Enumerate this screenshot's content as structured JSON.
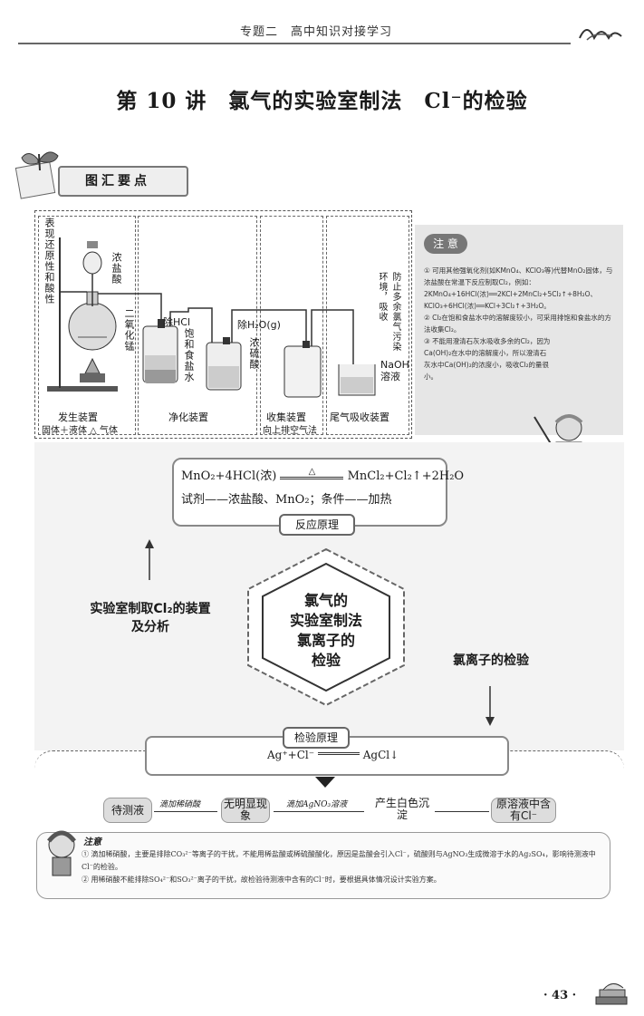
{
  "header": {
    "text": "专题二　高中知识对接学习"
  },
  "title": "第 10 讲　氯气的实验室制法　Cl⁻的检验",
  "section_tab": "图汇要点",
  "apparatus": {
    "left_vertical": "表现还原性和酸性",
    "conc_hcl": "浓盐酸",
    "mno2": "二氧化锰",
    "remove_hcl": "除HCl",
    "sat_nacl": "饱和食盐水",
    "remove_h2o": "除H₂O(g)",
    "conc_h2so4": "浓硫酸",
    "prevent_pollution": "防止多余氯气污染环境，吸收",
    "naoh": "NaOH溶液",
    "labels": {
      "gen": "发生装置",
      "gen_sub": "固体＋液体 △ 气体",
      "purify": "净化装置",
      "collect": "收集装置",
      "collect_sub": "向上排空气法",
      "tail": "尾气吸收装置"
    }
  },
  "notes": {
    "head": "注 意",
    "items": [
      "① 可用其他强氧化剂(如KMnO₄、KClO₃等)代替MnO₂固体，与浓盐酸在常温下反应制取Cl₂，例如：2KMnO₄+16HCl(浓)══2KCl+2MnCl₂+5Cl₂↑+8H₂O、KClO₃+6HCl(浓)══KCl+3Cl₂↑+3H₂O。",
      "② Cl₂在饱和食盐水中的溶解度较小，可采用排饱和食盐水的方法收集Cl₂。",
      "③ 不能用澄清石灰水吸收多余的Cl₂，因为Ca(OH)₂在水中的溶解度小，所以澄清石灰水中Ca(OH)₂的浓度小，吸收Cl₂的量很小。"
    ]
  },
  "reaction": {
    "eq1_left": "MnO₂+4HCl(浓)",
    "eq1_cond": "△",
    "eq1_right": "MnCl₂+Cl₂↑+2H₂O",
    "eq2": "试剂——浓盐酸、MnO₂；条件——加热",
    "label": "反应原理"
  },
  "left_label": "实验室制取Cl₂的装置及分析",
  "center": [
    "氯气的",
    "实验室制法",
    "氯离子的",
    "检验"
  ],
  "right_label": "氯离子的检验",
  "test": {
    "label": "检验原理",
    "eq_left": "Ag⁺+Cl⁻",
    "eq_right": "AgCl↓"
  },
  "steps": {
    "s1": "待测液",
    "a1": "滴加稀硝酸",
    "s2": "无明显现象",
    "a2": "滴加AgNO₃溶液",
    "s3": "产生白色沉淀",
    "s4": "原溶液中含有Cl⁻"
  },
  "warn": {
    "head": "注意",
    "items": [
      "① 滴加稀硝酸，主要是排除CO₃²⁻等离子的干扰，不能用稀盐酸或稀硫酸酸化，原因是盐酸会引入Cl⁻，硫酸则与AgNO₃生成微溶于水的Ag₂SO₄，影响待测液中Cl⁻的检验。",
      "② 用稀硝酸不能排除SO₄²⁻和SO₃²⁻离子的干扰，故检验待测液中含有的Cl⁻时，要根据具体情况设计实验方案。"
    ]
  },
  "page_number": "· 43 ·"
}
